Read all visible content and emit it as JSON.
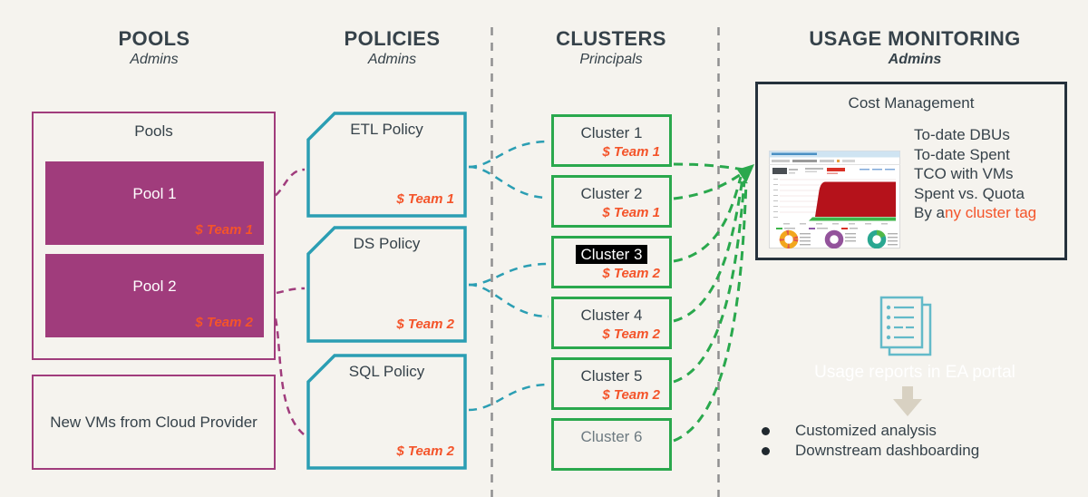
{
  "colors": {
    "bg": "#f5f3ee",
    "ink": "#36424a",
    "magenta": "#a03c7c",
    "teal": "#2b9eb3",
    "green": "#2aa84d",
    "orange": "#f4542a",
    "navy": "#25313c",
    "dash": "#909090",
    "iconteal": "#63bac9",
    "arrowtan": "#d8d1c2",
    "white": "#ffffff",
    "muted": "#6d7a81"
  },
  "columns": [
    {
      "title": "POOLS",
      "subtitle": "Admins"
    },
    {
      "title": "POLICIES",
      "subtitle": "Admins"
    },
    {
      "title": "CLUSTERS",
      "subtitle": "Principals"
    },
    {
      "title": "USAGE MONITORING",
      "subtitle": "Admins"
    }
  ],
  "pools": {
    "group_label": "Pools",
    "items": [
      {
        "name": "Pool 1",
        "team": "$ Team 1"
      },
      {
        "name": "Pool 2",
        "team": "$ Team 2"
      }
    ],
    "new_vms_label": "New VMs from Cloud Provider"
  },
  "policies": [
    {
      "name": "ETL Policy",
      "team": "$ Team 1"
    },
    {
      "name": "DS Policy",
      "team": "$ Team 2"
    },
    {
      "name": "SQL Policy",
      "team": "$ Team 2"
    }
  ],
  "clusters": [
    {
      "name": "Cluster 1",
      "team": "$ Team 1"
    },
    {
      "name": "Cluster 2",
      "team": "$ Team 1"
    },
    {
      "name": "Cluster 3",
      "team": "$ Team 2"
    },
    {
      "name": "Cluster 4",
      "team": "$ Team 2"
    },
    {
      "name": "Cluster 5",
      "team": "$ Team 2"
    },
    {
      "name": "Cluster 6",
      "team": ""
    }
  ],
  "monitoring": {
    "box_title": "Cost Management",
    "metrics": [
      "To-date DBUs",
      "To-date Spent",
      "TCO with VMs",
      "Spent vs. Quota"
    ],
    "by_prefix": "By a",
    "by_highlight": "ny cluster tag",
    "reports_caption": "Usage reports in EA portal",
    "bullets": [
      "Customized analysis",
      "Downstream dashboarding"
    ]
  }
}
